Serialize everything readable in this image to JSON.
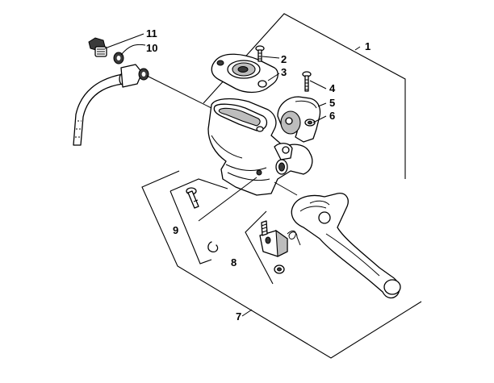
{
  "callouts": {
    "c1": "1",
    "c2": "2",
    "c3": "3",
    "c4": "4",
    "c5": "5",
    "c6": "6",
    "c7": "7",
    "c8": "8",
    "c9": "9",
    "c10": "10",
    "c11": "11"
  }
}
